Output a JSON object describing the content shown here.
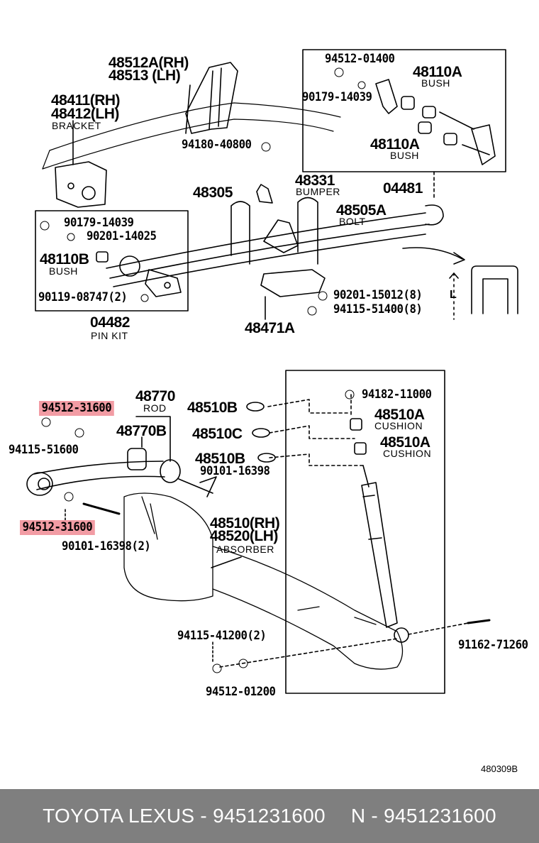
{
  "upper": {
    "bracket_rh": "48512A(RH)",
    "bracket_lh": "48513  (LH)",
    "p48411": "48411(RH)",
    "p48412": "48412(LH)",
    "bracket_word": "BRACKET",
    "p94512_01400": "94512-01400",
    "p48110A_top": "48110A",
    "bush_top": "BUSH",
    "p90179_top": "90179-14039",
    "p94180": "94180-40800",
    "p48110A_mid": "48110A",
    "bush_mid": "BUSH",
    "p04481": "04481",
    "p48305": "48305",
    "p48331": "48331",
    "bumper": "BUMPER",
    "p48505A": "48505A",
    "bolt": "BOLT",
    "pin_90179": "90179-14039",
    "pin_90201": "90201-14025",
    "pin_48110B": "48110B",
    "pin_bush": "BUSH",
    "pin_90119": "90119-08747(2)",
    "p04482": "04482",
    "pin_kit": "PIN KIT",
    "p90201_15012": "90201-15012(8)",
    "p94115_51400": "94115-51400(8)",
    "p48471A": "48471A",
    "dim_L": "L"
  },
  "lower": {
    "p94512_31600_top": "94512-31600",
    "p48770": "48770",
    "rod": "ROD",
    "p48510B_top": "48510B",
    "p94182": "94182-11000",
    "p48510A_1": "48510A",
    "cushion_1": "CUSHION",
    "p94115_51600": "94115-51600",
    "p48770B": "48770B",
    "p48510C": "48510C",
    "p48510A_2": "48510A",
    "cushion_2": "CUSHION",
    "p48510B_bot": "48510B",
    "p90101_16398_r": "90101-16398",
    "p94512_31600_bot": "94512-31600",
    "p90101_16398_l": "90101-16398(2)",
    "p48510_rh": "48510(RH)",
    "p48520_lh": "48520(LH)",
    "absorber": "ABSORBER",
    "p94115_41200": "94115-41200(2)",
    "p91162": "91162-71260",
    "p94512_01200": "94512-01200"
  },
  "diagram_code": "480309B",
  "footer": {
    "left": "TOYOTA LEXUS - 9451231600",
    "right": "N - 9451231600"
  },
  "highlight_color": "#f29ca4"
}
